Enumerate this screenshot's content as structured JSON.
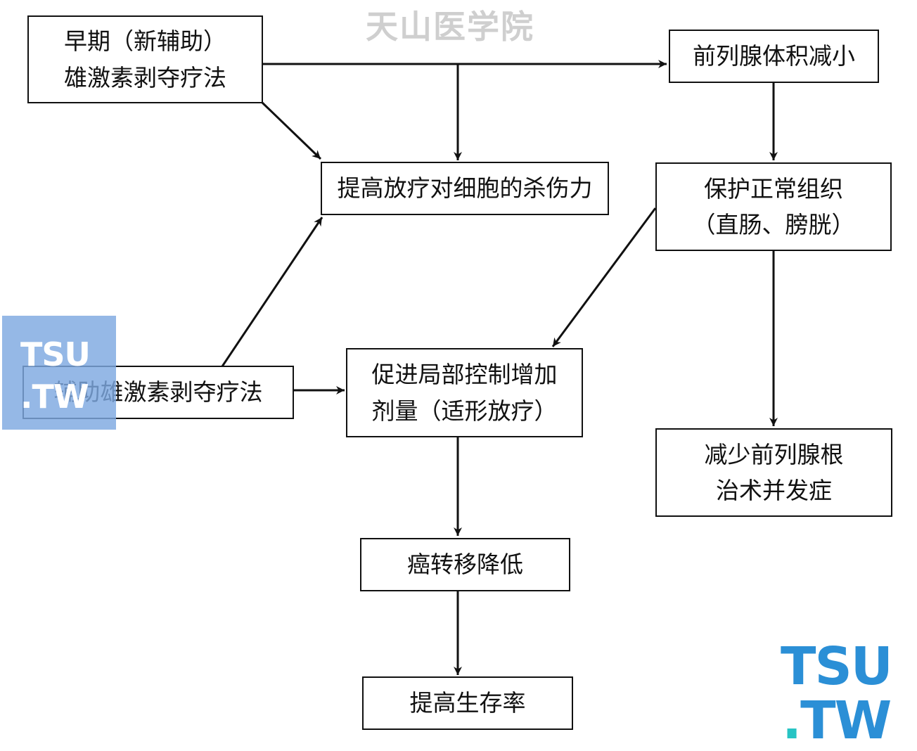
{
  "watermarks": {
    "title": "天山医学院",
    "left_line1": "TSU",
    "left_line2": ".TW",
    "right_line1": "TSU",
    "right_dot": ".",
    "right_line2": "TW"
  },
  "nodes": {
    "early_adt": [
      "早期（新辅助）",
      "雄激素剥夺疗法"
    ],
    "prostate_shrink": [
      "前列腺体积减小"
    ],
    "radiosensitize": [
      "提高放疗对细胞的杀伤力"
    ],
    "protect_tissue": [
      "保护正常组织",
      "（直肠、膀胱）"
    ],
    "adjuvant_adt": [
      "辅助雄激素剥夺疗法"
    ],
    "local_control": [
      "促进局部控制增加",
      "剂量（适形放疗）"
    ],
    "reduce_complications": [
      "减少前列腺根",
      "治术并发症"
    ],
    "metastasis_down": [
      "癌转移降低"
    ],
    "survival_up": [
      "提高生存率"
    ]
  },
  "edges": [
    [
      "early_adt",
      "prostate_shrink"
    ],
    [
      "early_adt",
      "radiosensitize"
    ],
    [
      "early_adt",
      "radiosensitize"
    ],
    [
      "prostate_shrink",
      "protect_tissue"
    ],
    [
      "protect_tissue",
      "local_control"
    ],
    [
      "protect_tissue",
      "reduce_complications"
    ],
    [
      "adjuvant_adt",
      "radiosensitize"
    ],
    [
      "adjuvant_adt",
      "local_control"
    ],
    [
      "local_control",
      "metastasis_down"
    ],
    [
      "metastasis_down",
      "survival_up"
    ]
  ]
}
